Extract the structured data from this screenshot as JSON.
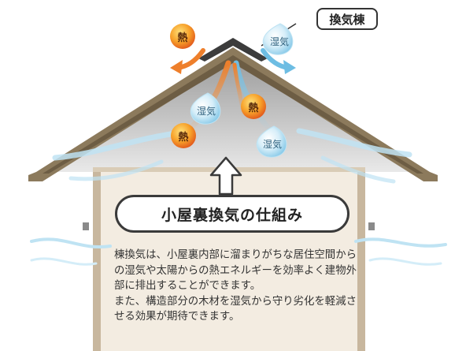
{
  "labels": {
    "ridge_vent": "換気棟",
    "heat": "熱",
    "moisture": "湿気"
  },
  "title": "小屋裏換気の仕組み",
  "description": [
    "棟換気は、小屋裏内部に溜まりがちな居住空間からの湿気や太陽からの熱エネルギーを効率よく建物外部に排出することができます。",
    "また、構造部分の木材を湿気から守り劣化を軽減させる効果が期待できます。"
  ],
  "colors": {
    "roof_brown": "#8c7a5c",
    "wall_beige": "#f3ece1",
    "air_blue": "#7cc4e6",
    "heat_orange": "#f08a24",
    "heat_red": "#d9421a"
  }
}
